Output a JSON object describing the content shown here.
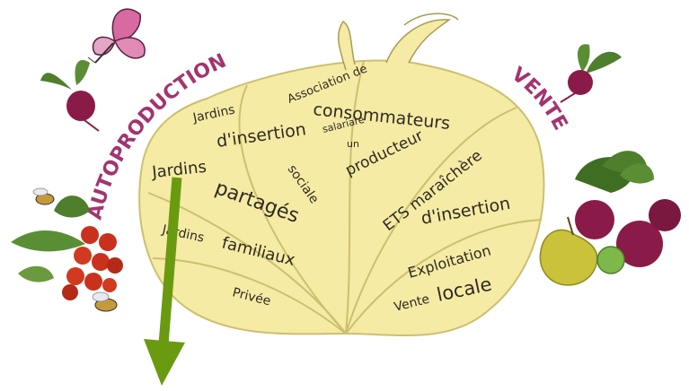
{
  "side_labels": {
    "left": "AUTOPRODUCTION",
    "right": "VENTE"
  },
  "pumpkin_labels": {
    "jardins_insertion_top": "Jardins",
    "jardins_insertion_bottom": "d'insertion",
    "sociale": "sociale",
    "jardins_partages_top": "Jardins",
    "jardins_partages_bottom": "partagés",
    "jardins_familiaux_top": "Jardins",
    "jardins_familiaux_bottom": "familiaux",
    "privee": "Privée",
    "association_line1": "Association de",
    "association_line2": "consommateurs",
    "salariat": "salariare",
    "un": "un",
    "producteur": "producteur",
    "ets_line1": "ETS maraîchère",
    "ets_line2": "d'insertion",
    "exploitation": "Exploitation",
    "vente": "Vente",
    "locale": "locale"
  },
  "colors": {
    "pumpkin_fill": "#f6eba4",
    "pumpkin_stroke": "#cdbf70",
    "arc_text": "#a33470",
    "arrow": "#6a9a10",
    "beet": "#8a1b49",
    "leaf": "#4f7e2c",
    "pear": "#c9c23a",
    "berry": "#c8321c",
    "butterfly": "#d76aa0"
  },
  "icons": [
    "butterfly-icon",
    "beet-icon",
    "berries-icon",
    "vegetables-icon",
    "down-arrow-icon"
  ]
}
